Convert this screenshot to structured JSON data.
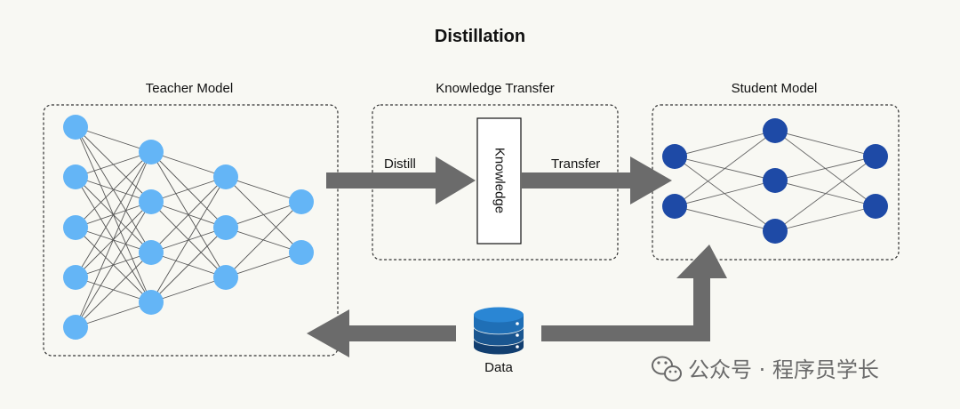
{
  "title": "Distillation",
  "panels": {
    "teacher": "Teacher Model",
    "transfer": "Knowledge Transfer",
    "student": "Student Model"
  },
  "arrows": {
    "distill": "Distill",
    "transfer": "Transfer"
  },
  "knowledge_box": "Knowledge",
  "data_label": "Data",
  "watermark": "公众号 · 程序员学长",
  "colors": {
    "teacher_node": "#64b5f6",
    "student_node": "#1e4aa6",
    "arrow": "#6b6b6b",
    "database_top": "#1f78c8",
    "database_bottom": "#0f3d6e"
  }
}
